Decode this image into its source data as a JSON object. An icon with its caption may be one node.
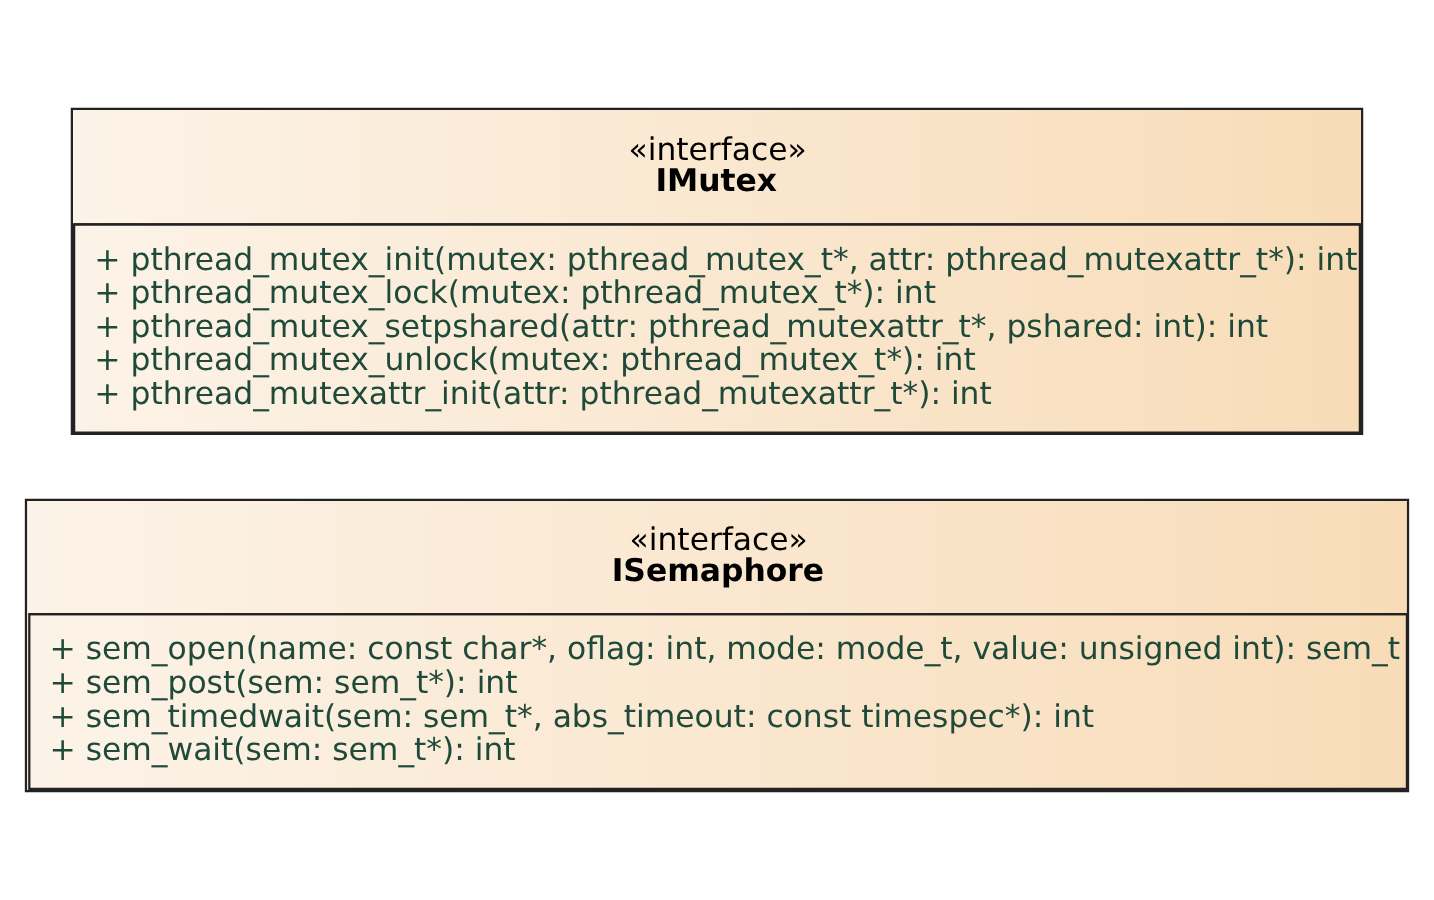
{
  "diagram": {
    "nodes": [
      {
        "text": [
          "«interface»",
          "ISemaphore",
          "+ sem_open(name: const char*, oflag: int, mode: mode_t, value: unsigned int): sem_t",
          "+ sem_post(sem: sem_t*): int",
          "+ sem_timedwait(sem: sem_t*, abs_timeout: const timespec*): int",
          "+ sem_wait(sem: sem_t*): int"
        ]
      },
      {
        "text": [
          "«interface»",
          "IMutex",
          "+ pthread_mutex_init(mutex: pthread_mutex_t*, attr: pthread_mutexattr_t*): int",
          "+ pthread_mutex_lock(mutex: pthread_mutex_t*): int",
          "+ pthread_mutex_setpshared(attr: pthread_mutexattr_t*, pshared: int): int",
          "+ pthread_mutex_unlock(mutex: pthread_mutex_t*): int",
          "+ pthread_mutexattr_init(attr: pthread_mutexattr_t*): int"
        ]
      }
    ],
    "edges": []
  }
}
